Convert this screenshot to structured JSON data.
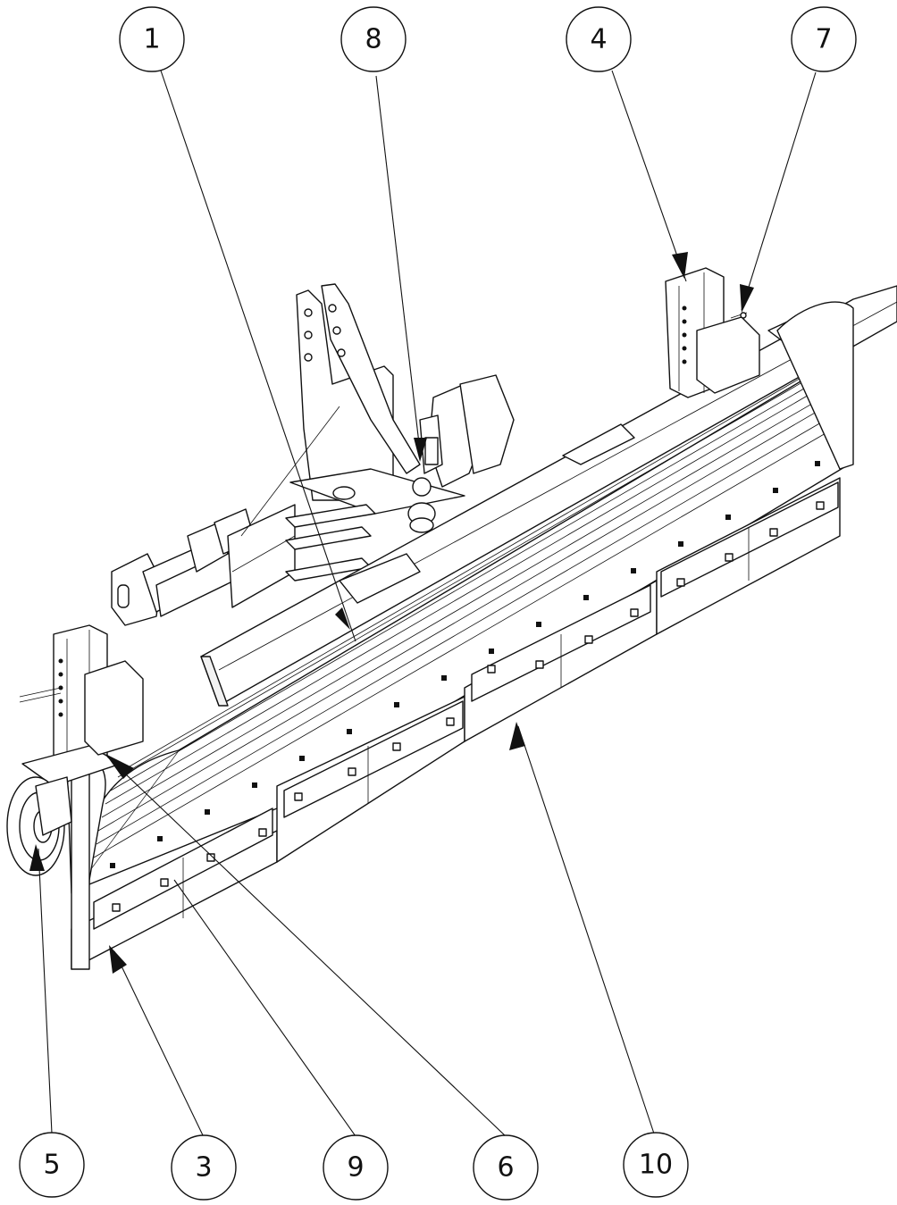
{
  "callouts": [
    {
      "id": "c1",
      "label": "1"
    },
    {
      "id": "c8",
      "label": "8"
    },
    {
      "id": "c4",
      "label": "4"
    },
    {
      "id": "c7",
      "label": "7"
    },
    {
      "id": "c5",
      "label": "5"
    },
    {
      "id": "c3",
      "label": "3"
    },
    {
      "id": "c9",
      "label": "9"
    },
    {
      "id": "c6",
      "label": "6"
    },
    {
      "id": "c10",
      "label": "10"
    }
  ]
}
